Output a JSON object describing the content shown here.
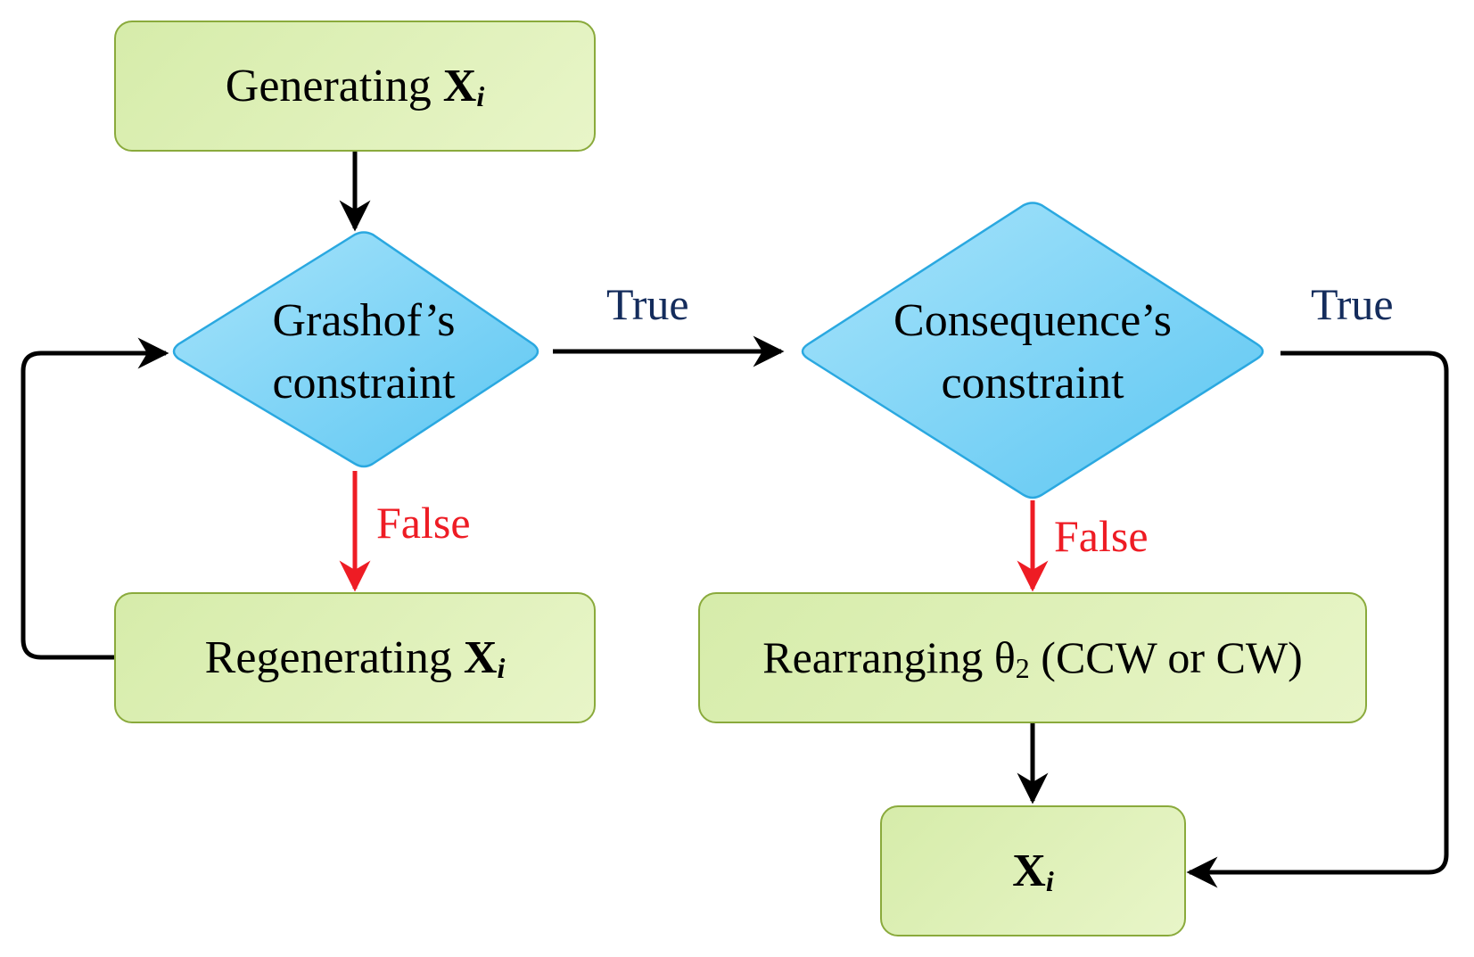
{
  "nodes": {
    "generating": {
      "text": "Generating ",
      "var": "X",
      "sub": "i"
    },
    "grashof": {
      "line1": "Grashof’s",
      "line2": "constraint"
    },
    "consequence": {
      "line1": "Consequence’s",
      "line2": "constraint"
    },
    "regenerating": {
      "text": "Regenerating ",
      "var": "X",
      "sub": "i"
    },
    "rearranging": {
      "text": "Rearranging θ",
      "sub": "2",
      "suffix": " (CCW or CW)"
    },
    "output": {
      "var": "X",
      "sub": "i"
    }
  },
  "edge_labels": {
    "grashof_true": "True",
    "grashof_false": "False",
    "consequence_true": "True",
    "consequence_false": "False"
  },
  "colors": {
    "box_fill": "#dcefb4",
    "box_border": "#8aaa3c",
    "diamond_fill": "#7fd3f5",
    "diamond_border": "#2aa8e0",
    "true_label": "#142c5c",
    "false_label": "#ee1c24",
    "arrow": "#000000",
    "false_arrow": "#ee1c24"
  }
}
